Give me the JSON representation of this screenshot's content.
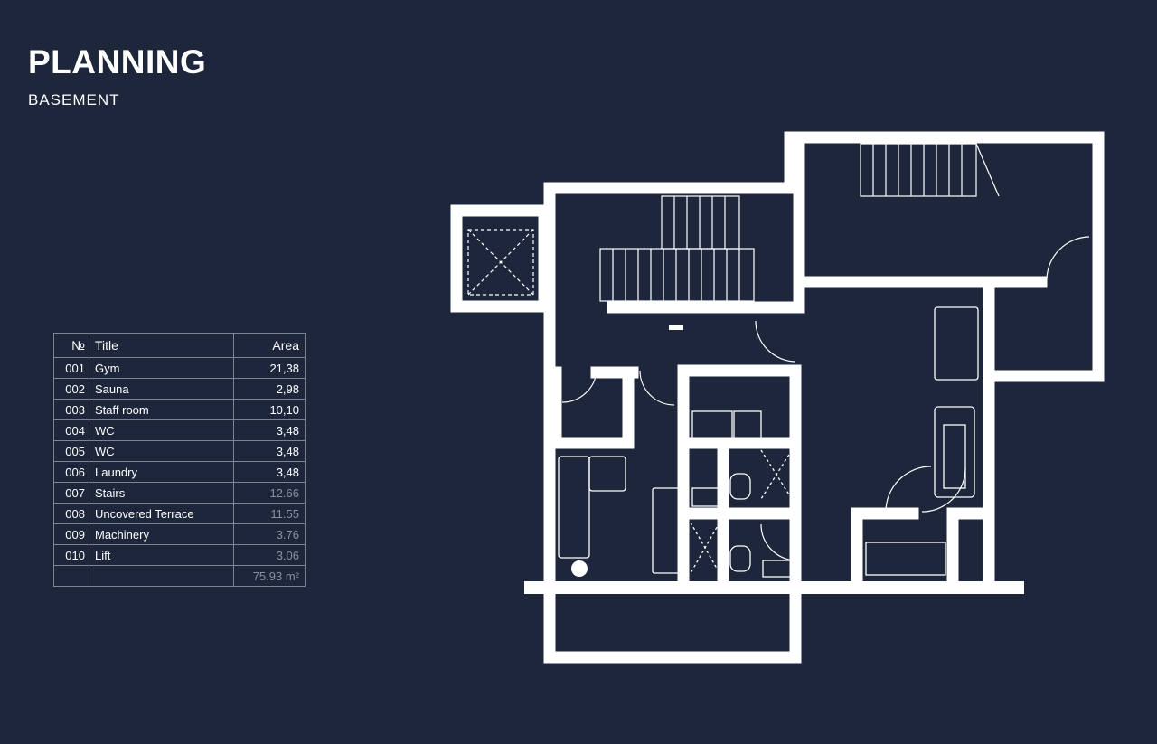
{
  "header": {
    "title": "PLANNING",
    "subtitle": "BASEMENT"
  },
  "table": {
    "columns": [
      "№",
      "Title",
      "Area"
    ],
    "rows": [
      {
        "num": "001",
        "title": "Gym",
        "area": "21,38",
        "dim": false
      },
      {
        "num": "002",
        "title": "Sauna",
        "area": "2,98",
        "dim": false
      },
      {
        "num": "003",
        "title": "Staff room",
        "area": "10,10",
        "dim": false
      },
      {
        "num": "004",
        "title": "WC",
        "area": "3,48",
        "dim": false
      },
      {
        "num": "005",
        "title": "WC",
        "area": "3,48",
        "dim": false
      },
      {
        "num": "006",
        "title": "Laundry",
        "area": "3,48",
        "dim": false
      },
      {
        "num": "007",
        "title": "Stairs",
        "area": "12.66",
        "dim": true
      },
      {
        "num": "008",
        "title": "Uncovered Terrace",
        "area": "11.55",
        "dim": true
      },
      {
        "num": "009",
        "title": "Machinery",
        "area": "3.76",
        "dim": true
      },
      {
        "num": "010",
        "title": "Lift",
        "area": "3.06",
        "dim": true
      }
    ],
    "total": "75.93 m²"
  },
  "colors": {
    "background": "#1d263b",
    "wall": "#ffffff",
    "grid": "#7e8496",
    "dim_text": "#8a90a0"
  }
}
